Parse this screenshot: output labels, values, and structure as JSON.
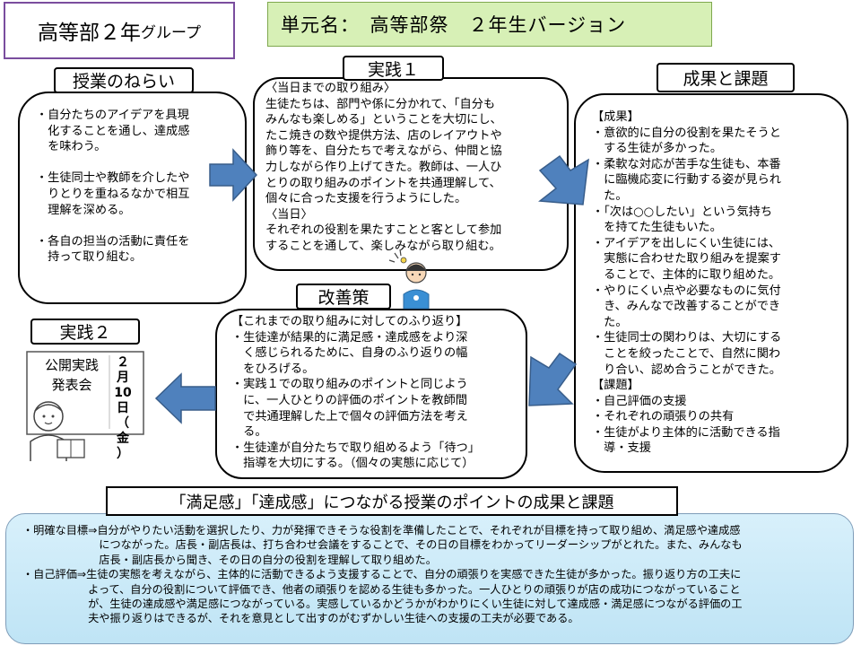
{
  "header": {
    "group": "高等部２年",
    "group_suffix": "グループ",
    "unit": "単元名：　高等部祭　２年生バージョン"
  },
  "aims": {
    "label": "授業のねらい",
    "lines": [
      "・自分たちのアイデアを具現",
      "　化することを通し、達成感",
      "　を味わう。",
      "",
      "・生徒同士や教師を介したや",
      "　りとりを重ねるなかで相互",
      "　理解を深める。",
      "",
      "・各自の担当の活動に責任を",
      "　持って取り組む。"
    ]
  },
  "practice1": {
    "label": "実践１",
    "lines": [
      "〈当日までの取り組み〉",
      "生徒たちは、部門や係に分かれて、「自分も",
      "みんなも楽しめる」ということを大切にし、",
      "たこ焼きの数や提供方法、店のレイアウトや",
      "飾り等を、自分たちで考えながら、仲間と協",
      "力しながら作り上げてきた。教師は、一人ひ",
      "とりの取り組みのポイントを共通理解して、",
      "個々に合った支援を行うようにした。",
      "〈当日〉",
      "それぞれの役割を果たすことと客として参加",
      "することを通して、楽しみながら取り組む。"
    ]
  },
  "results": {
    "label": "成果と課題",
    "lines": [
      "【成果】",
      "・意欲的に自分の役割を果たそうと",
      "　する生徒が多かった。",
      "・柔軟な対応が苦手な生徒も、本番",
      "　に臨機応変に行動する姿が見られ",
      "　た。",
      "・「次は○○したい」という気持ち",
      "　を持てた生徒もいた。",
      "・アイデアを出しにくい生徒には、",
      "　実態に合わせた取り組みを提案す",
      "　ることで、主体的に取り組めた。",
      "・やりにくい点や必要なものに気付",
      "　き、みんなで改善することができ",
      "　た。",
      "・生徒同士の関わりは、大切にする",
      "　ことを絞ったことで、自然に関わ",
      "　り合い、認め合うことができた。",
      "【課題】",
      "・自己評価の支援",
      "・それぞれの頑張りの共有",
      "・生徒がより主体的に活動できる指",
      "　導・支援"
    ]
  },
  "improve": {
    "label": "改善策",
    "lines": [
      "【これまでの取り組みに対してのふり返り】",
      "・生徒達が結果的に満足感・達成感をより深",
      "　く感じられるために、自身のふり返りの幅",
      "　をひろげる。",
      "・実践１での取り組みのポイントと同じよう",
      "　に、一人ひとりの評価のポイントを教師間",
      "　で共通理解した上で個々の評価方法を考え",
      "　る。",
      "・生徒達が自分たちで取り組めるよう「待つ」",
      "　指導を大切にする。（個々の実態に応じて）"
    ]
  },
  "practice2": {
    "label": "実践２",
    "board_lines": [
      "公開実践",
      "発表会"
    ],
    "date_lines": [
      "２",
      "月",
      "10",
      "日",
      "（",
      "金",
      "）"
    ]
  },
  "summary": {
    "title": "「満足感」「達成感」につながる授業のポイントの成果と課題",
    "lines": [
      "・明確な目標⇒自分がやりたい活動を選択したり、力が発揮できそうな役割を準備したことで、それぞれが目標を持って取り組め、満足感や達成感",
      "　　　　　　　につながった。店長・副店長は、打ち合わせ会議をすることで、その日の目標をわかってリーダーシップがとれた。また、みんなも",
      "　　　　　　　店長・副店長から聞き、その日の自分の役割を理解して取り組めた。",
      "・自己評価⇒生徒の実態を考えながら、主体的に活動できるよう支援することで、自分の頑張りを実感できた生徒が多かった。振り返り方の工夫に",
      "　　　　　　よって、自分の役割について評価でき、他者の頑張りを認める生徒も多かった。一人ひとりの頑張りが店の成功につながっていること",
      "　　　　　　が、生徒の達成感や満足感につながっている。実感しているかどうかがわかりにくい生徒に対して達成感・満足感につながる評価の工",
      "　　　　　　夫や振り返りはできるが、それを意見として出すのがむずかしい生徒への支援の工夫が必要である。"
    ]
  },
  "colors": {
    "arrow": "#4f81bd",
    "arrow_stroke": "#385d8a",
    "unit_bg": "#d7f0b6",
    "group_border": "#7a4d9e",
    "summary_bg": "#c6e8f7"
  }
}
